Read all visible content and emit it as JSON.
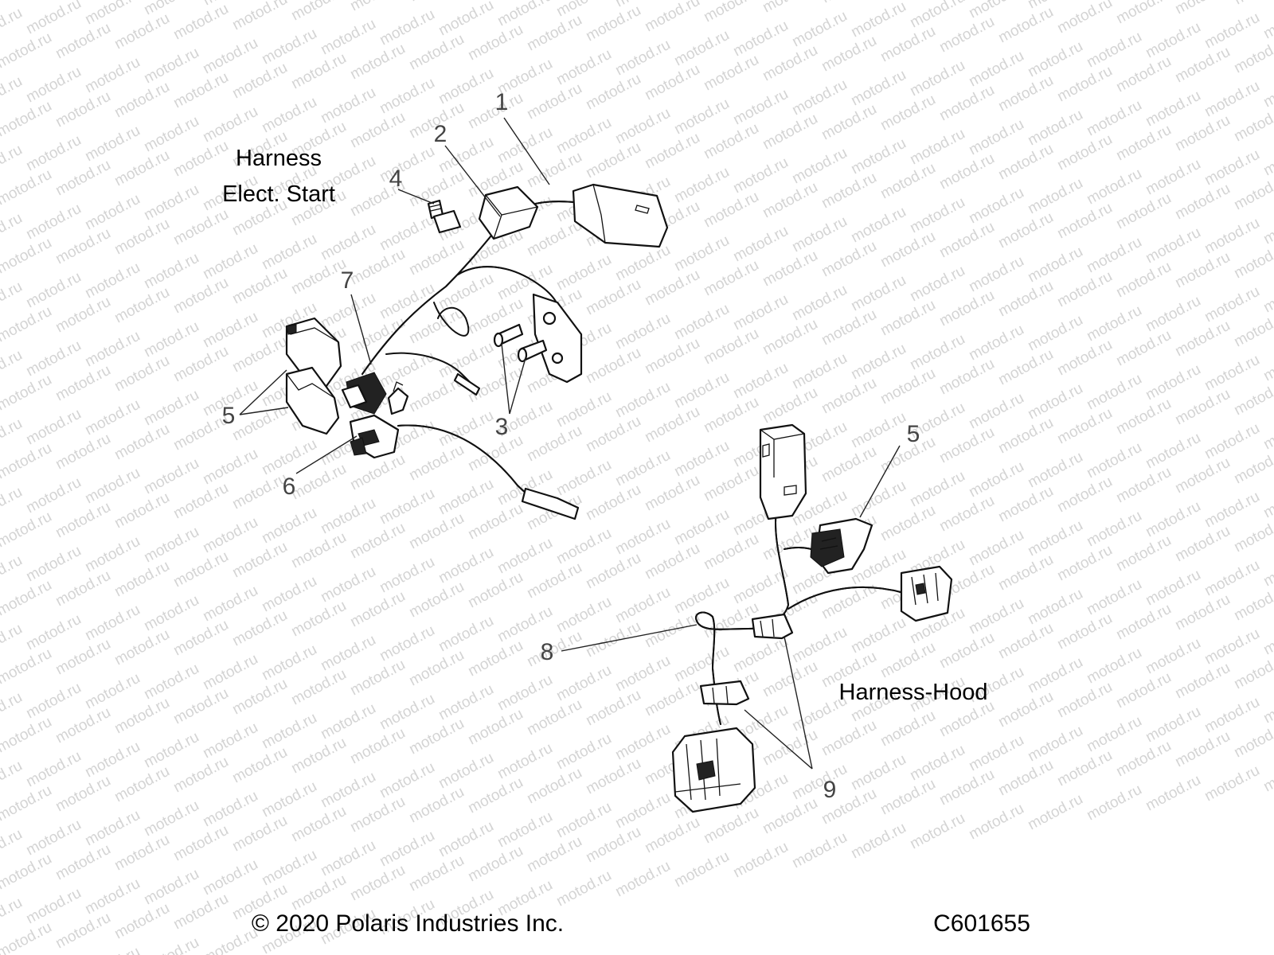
{
  "watermark": "motod.ru",
  "group_labels": {
    "elect_start_line1": "Harness",
    "elect_start_line2": "Elect. Start",
    "hood": "Harness-Hood"
  },
  "callouts": [
    "1",
    "2",
    "3",
    "4",
    "5",
    "5",
    "6",
    "7",
    "8",
    "9"
  ],
  "footer": {
    "copyright": "© 2020 Polaris Industries Inc.",
    "drawing_number": "C601655"
  }
}
